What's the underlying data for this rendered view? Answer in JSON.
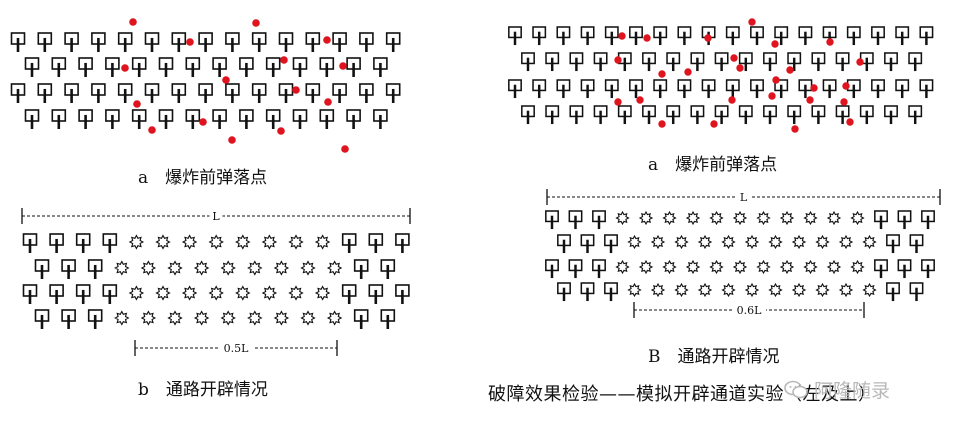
{
  "left_figure": {
    "caption_a": "a　爆炸前弹落点",
    "caption_b": "b　通路开辟情况",
    "dim_full": "L",
    "dim_cleared": "0.5L"
  },
  "right_figure": {
    "caption_a": "a　爆炸前弹落点",
    "caption_b": "B　通路开辟情况",
    "dim_full": "L",
    "dim_cleared": "0.6L"
  },
  "bottom_caption": "破障效果检验——模拟开辟通道实验（左及上）",
  "watermark": "阿隆随录",
  "colors": {
    "impact_dot": "#e0141e",
    "line": "#111111"
  },
  "icons": {
    "obstacle": "stake-icon",
    "cleared": "star-burst-icon",
    "impact": "impact-point"
  }
}
